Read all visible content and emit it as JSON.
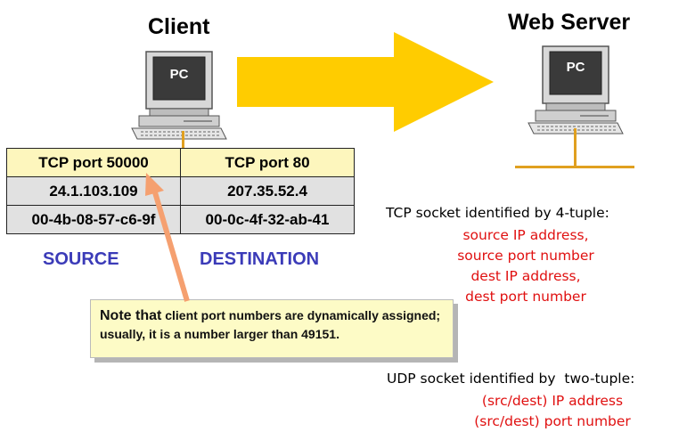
{
  "client": {
    "title": "Client",
    "pc_label": "PC"
  },
  "server": {
    "title": "Web Server",
    "pc_label": "PC"
  },
  "table": {
    "ports": [
      "TCP port 50000",
      "TCP port 80"
    ],
    "ips": [
      "24.1.103.109",
      "207.35.52.4"
    ],
    "macs": [
      "00-4b-08-57-c6-9f",
      "00-0c-4f-32-ab-41"
    ]
  },
  "labels": {
    "source": "SOURCE",
    "destination": "DESTINATION"
  },
  "note": {
    "lead": "Note that",
    "rest": "client port numbers are dynamically assigned; usually, it is a number larger than 49151."
  },
  "tcp": {
    "heading": "TCP socket identified by 4-tuple:",
    "items": [
      "source IP address,",
      "source port number",
      "dest IP address,",
      "dest port number"
    ]
  },
  "udp": {
    "heading": "UDP socket identified by  two-tuple:",
    "items": [
      "(src/dest) IP address",
      "(src/dest) port number"
    ]
  },
  "colors": {
    "arrow": "#ffcc00",
    "pointer": "#f5a070",
    "tuple_red": "#e01010",
    "role_blue": "#3b3bb8"
  }
}
